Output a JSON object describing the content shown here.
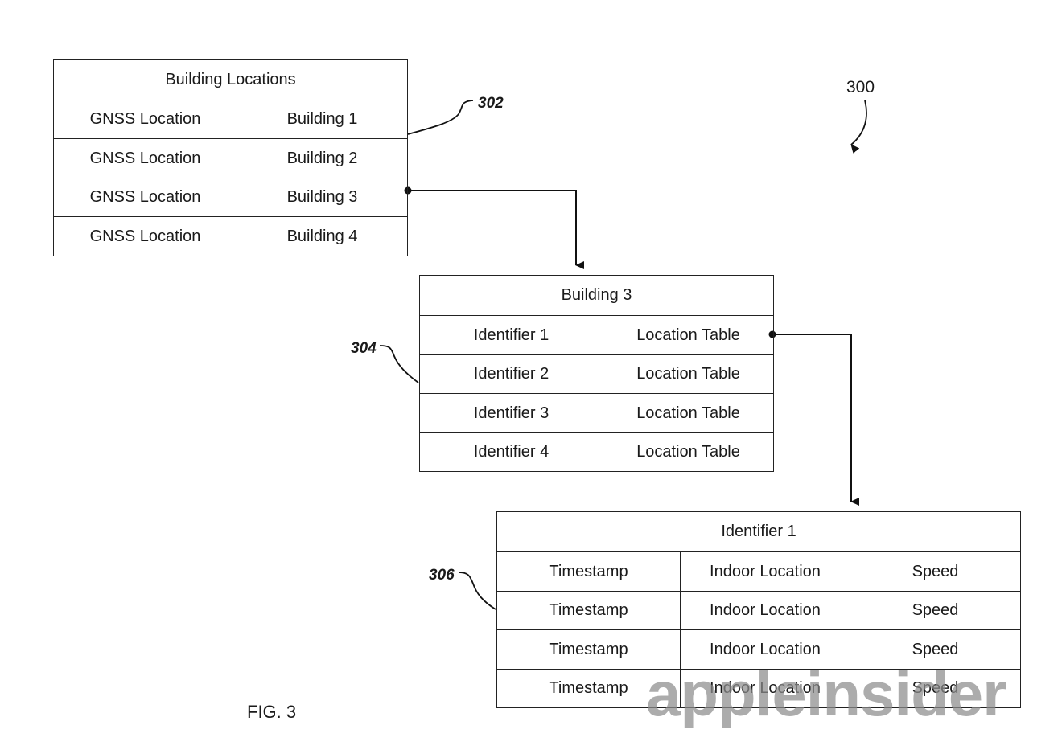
{
  "figure_number": "300",
  "figure_label": "FIG. 3",
  "watermark": "appleinsider",
  "tables": {
    "building_locations": {
      "ref": "302",
      "title": "Building Locations",
      "rows": [
        [
          "GNSS Location",
          "Building 1"
        ],
        [
          "GNSS Location",
          "Building 2"
        ],
        [
          "GNSS Location",
          "Building 3"
        ],
        [
          "GNSS Location",
          "Building 4"
        ]
      ]
    },
    "building_3": {
      "ref": "304",
      "title": "Building 3",
      "rows": [
        [
          "Identifier 1",
          "Location Table"
        ],
        [
          "Identifier 2",
          "Location Table"
        ],
        [
          "Identifier 3",
          "Location Table"
        ],
        [
          "Identifier 4",
          "Location Table"
        ]
      ]
    },
    "identifier_1": {
      "ref": "306",
      "title": "Identifier 1",
      "rows": [
        [
          "Timestamp",
          "Indoor Location",
          "Speed"
        ],
        [
          "Timestamp",
          "Indoor Location",
          "Speed"
        ],
        [
          "Timestamp",
          "Indoor Location",
          "Speed"
        ],
        [
          "Timestamp",
          "Indoor Location",
          "Speed"
        ]
      ]
    }
  }
}
